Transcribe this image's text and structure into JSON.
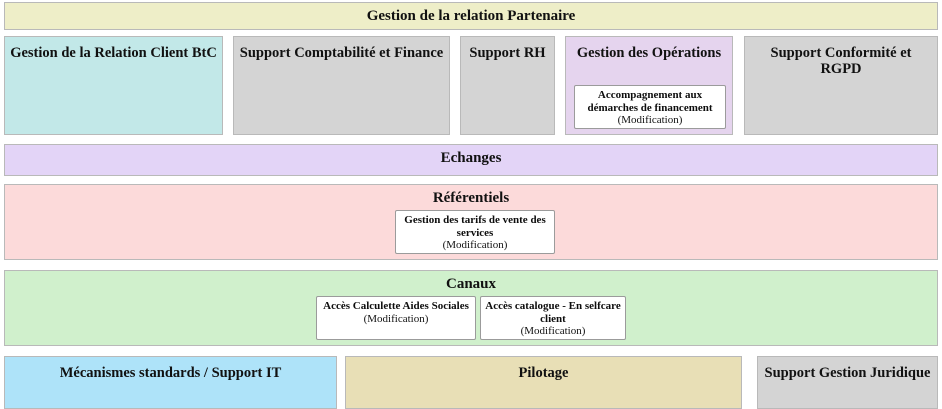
{
  "diagram": {
    "title": "Gestion de la relation Partenaire",
    "colors": {
      "header_yellow": "#eeeec8",
      "cyan": "#c2e8e8",
      "gray": "#d4d4d4",
      "purple_light": "#e5d4ee",
      "lavender": "#e3d4f7",
      "pink": "#fcdada",
      "green": "#d0f0cc",
      "blue": "#aee3f9",
      "tan": "#e8dfb6",
      "leaf_white": "#ffffff",
      "border": "#b9b9b9",
      "text": "#111111"
    },
    "rows": {
      "header": {
        "label": "Gestion de la relation Partenaire"
      },
      "domains": [
        {
          "label": "Gestion de la Relation Client BtC",
          "color": "cyan",
          "leaves": []
        },
        {
          "label": "Support Comptabilité et Finance",
          "color": "gray",
          "leaves": []
        },
        {
          "label": "Support RH",
          "color": "gray",
          "leaves": []
        },
        {
          "label": "Gestion des Opérations",
          "color": "purple_light",
          "leaves": [
            {
              "label": "Accompagnement aux démarches de financement",
              "sub": "(Modification)"
            }
          ]
        },
        {
          "label": "Support Conformité et RGPD",
          "color": "gray",
          "leaves": []
        }
      ],
      "echanges": {
        "label": "Echanges",
        "color": "lavender",
        "leaves": []
      },
      "referentiels": {
        "label": "Référentiels",
        "color": "pink",
        "leaves": [
          {
            "label": "Gestion des tarifs de vente des services",
            "sub": "(Modification)"
          }
        ]
      },
      "canaux": {
        "label": "Canaux",
        "color": "green",
        "leaves": [
          {
            "label": "Accès Calculette Aides Sociales",
            "sub": "(Modification)"
          },
          {
            "label": "Accès catalogue - En selfcare client",
            "sub": "(Modification)"
          }
        ]
      },
      "footer": [
        {
          "label": "Mécanismes standards / Support IT",
          "color": "blue"
        },
        {
          "label": "Pilotage",
          "color": "tan"
        },
        {
          "label": "Support Gestion Juridique",
          "color": "gray"
        }
      ]
    }
  }
}
